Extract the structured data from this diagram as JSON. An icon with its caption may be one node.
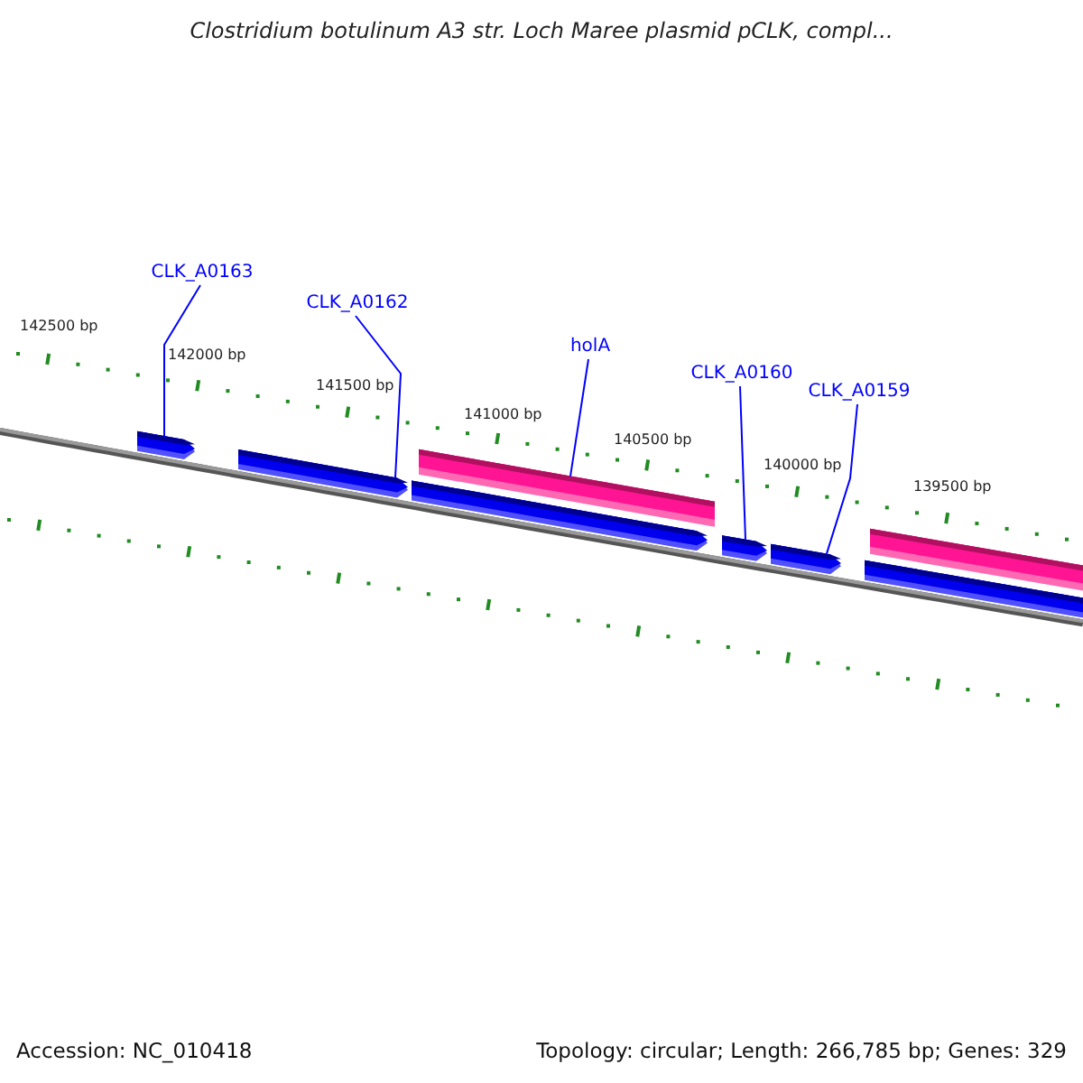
{
  "diagram": {
    "title": "Clostridium botulinum A3 str. Loch Maree plasmid pCLK, compl...",
    "nodes": [
      {
        "text": [
          "CLK_A0163"
        ]
      },
      {
        "text": [
          "CLK_A0162"
        ]
      },
      {
        "text": [
          "holA"
        ]
      },
      {
        "text": [
          "CLK_A0160"
        ]
      },
      {
        "text": [
          "CLK_A0159"
        ]
      },
      {
        "text": [],
        "shape": "bar"
      },
      {
        "text": [],
        "shape": "bar"
      },
      {
        "text": [],
        "shape": "bar"
      },
      {
        "text": [],
        "shape": "bar"
      },
      {
        "text": [],
        "shape": "bar"
      }
    ],
    "edges": [
      {
        "from": 0,
        "to": 5,
        "arrow": "none"
      },
      {
        "from": 1,
        "to": 6,
        "arrow": "none"
      },
      {
        "from": 2,
        "to": 7,
        "arrow": "none"
      },
      {
        "from": 3,
        "to": 8,
        "arrow": "none"
      },
      {
        "from": 4,
        "to": 9,
        "arrow": "none"
      }
    ],
    "labels": [
      "142500 bp",
      "142000 bp",
      "141500 bp",
      "141000 bp",
      "140500 bp",
      "140000 bp",
      "139500 bp",
      "Accession: NC_010418",
      "Topology: circular; Length: 266,785 bp; Genes: 329"
    ]
  }
}
